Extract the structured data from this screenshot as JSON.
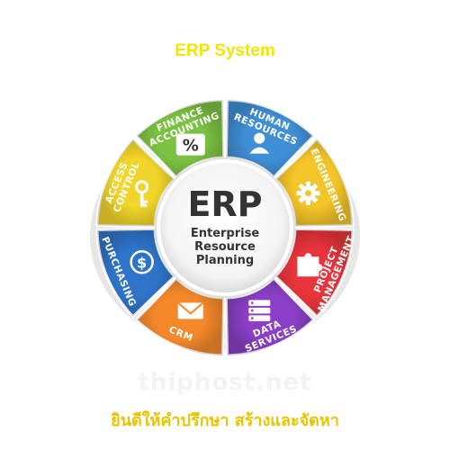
{
  "title": "ERP System",
  "center": {
    "abbr": "ERP",
    "line1": "Enterprise",
    "line2": "Resource",
    "line3": "Planning"
  },
  "segments": [
    {
      "id": "finance",
      "lines": [
        "FINANCE",
        "ACCOUNTING"
      ],
      "color": "#7cc242",
      "icon": "percent-icon"
    },
    {
      "id": "human",
      "lines": [
        "HUMAN",
        "RESOURCES"
      ],
      "color": "#3f8fd6",
      "icon": "person-icon"
    },
    {
      "id": "eng",
      "lines": [
        "ENGINEERING"
      ],
      "color": "#f4c528",
      "icon": "gear-icon"
    },
    {
      "id": "project",
      "lines": [
        "PROJECT",
        "MANAGEMENT"
      ],
      "color": "#e8343a",
      "icon": "puzzle-icon"
    },
    {
      "id": "data",
      "lines": [
        "DATA",
        "SERVICES"
      ],
      "color": "#8a3fc6",
      "icon": "server-icon"
    },
    {
      "id": "crm",
      "lines": [
        "CRM"
      ],
      "color": "#f5892a",
      "icon": "envelope-icon"
    },
    {
      "id": "purch",
      "lines": [
        "PURCHASING"
      ],
      "color": "#2e74c9",
      "icon": "dollar-icon"
    },
    {
      "id": "access",
      "lines": [
        "ACCESS",
        "CONTROL"
      ],
      "color": "#f1d52a",
      "icon": "key-icon"
    }
  ],
  "watermark": "thiphost.net",
  "tagline": "ยินดีให้คำปรึกษา สร้างและจัดหา"
}
